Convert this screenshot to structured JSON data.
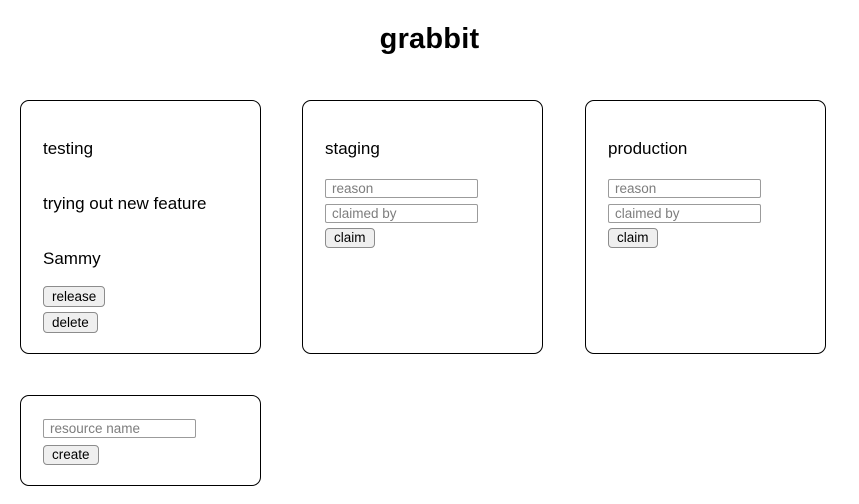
{
  "title": "grabbit",
  "resources": [
    {
      "name": "testing",
      "reason": "trying out new feature",
      "claimed_by": "Sammy",
      "actions": {
        "release": "release",
        "delete": "delete"
      }
    },
    {
      "name": "staging",
      "inputs": {
        "reason_placeholder": "reason",
        "claimed_by_placeholder": "claimed by"
      },
      "actions": {
        "claim": "claim"
      }
    },
    {
      "name": "production",
      "inputs": {
        "reason_placeholder": "reason",
        "claimed_by_placeholder": "claimed by"
      },
      "actions": {
        "claim": "claim"
      }
    }
  ],
  "create_form": {
    "name_placeholder": "resource name",
    "submit_label": "create"
  },
  "colors": {
    "background": "#ffffff",
    "text": "#000000",
    "card_border": "#000000",
    "button_bg": "#efefef",
    "button_border": "#8c8c8c",
    "input_border": "#9b9b9b",
    "placeholder": "#7d7d7d"
  }
}
